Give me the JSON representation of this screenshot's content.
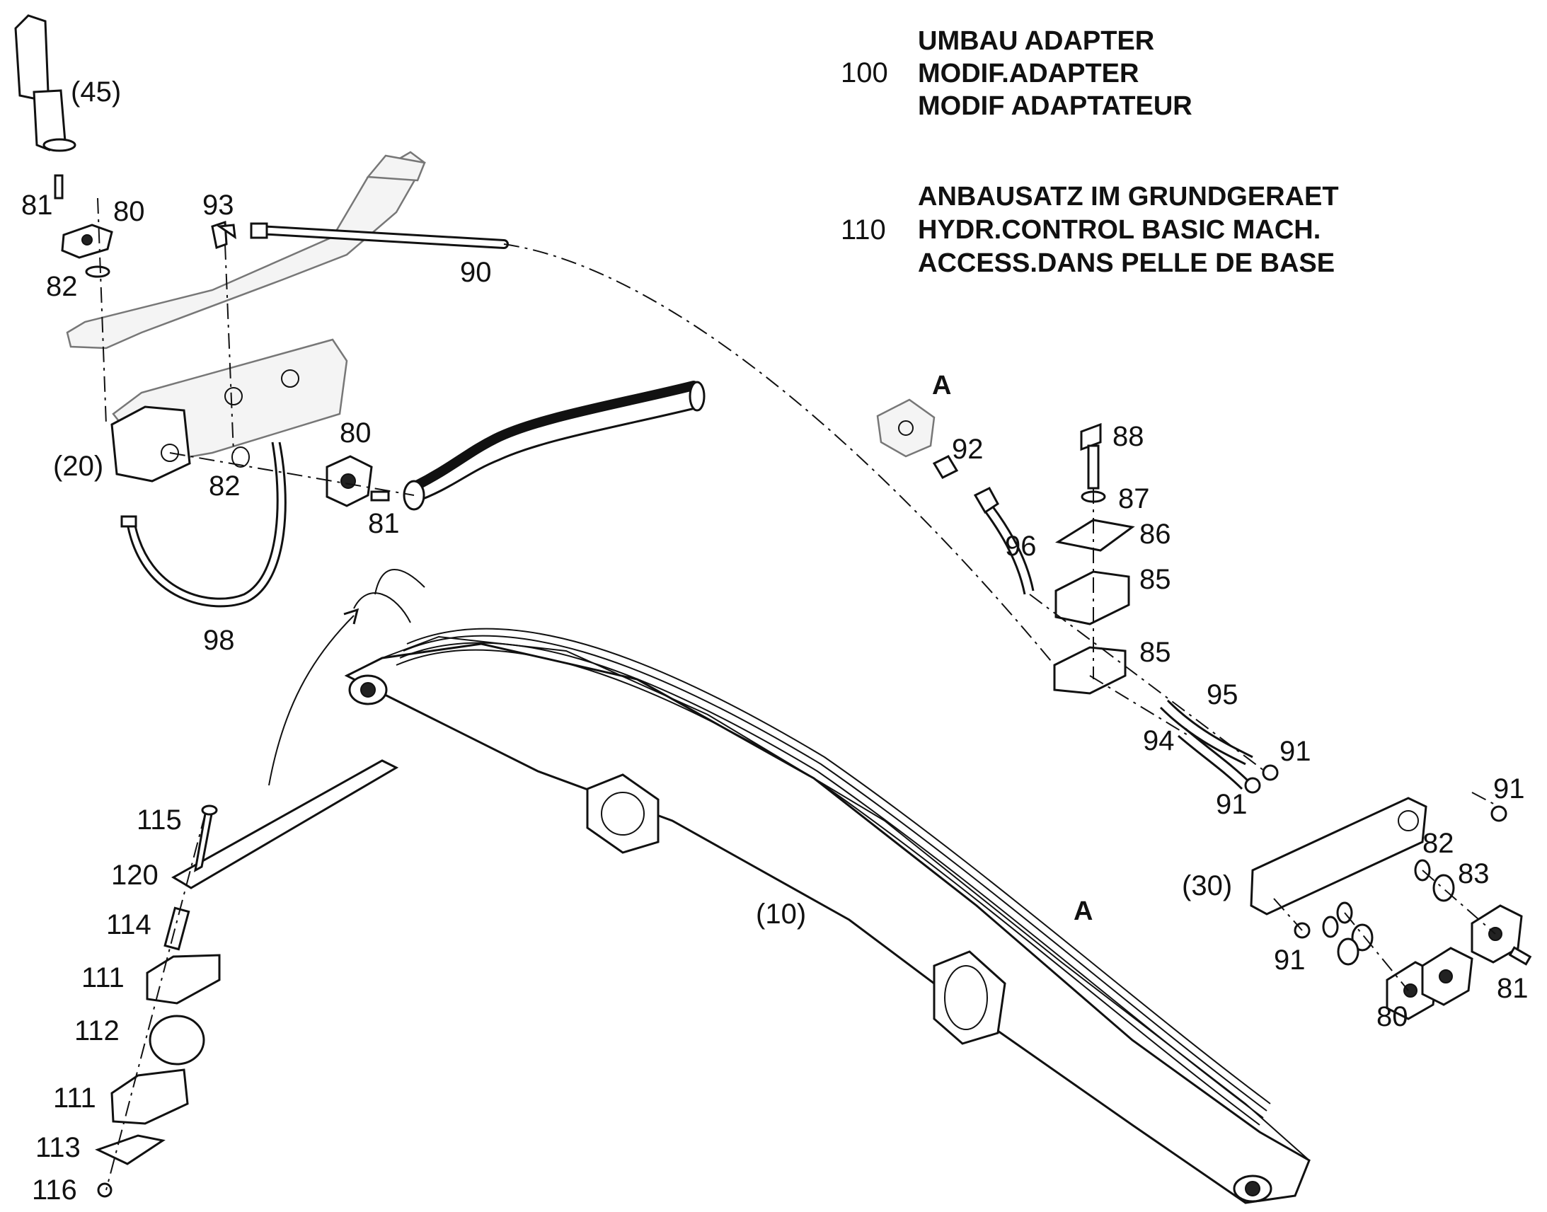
{
  "assemblies": [
    {
      "number": "100",
      "lines": [
        "UMBAU ADAPTER",
        "MODIF.ADAPTER",
        "MODIF ADAPTATEUR"
      ]
    },
    {
      "number": "110",
      "lines": [
        "ANBAUSATZ IM GRUNDGERAET",
        "HYDR.CONTROL BASIC MACH.",
        "ACCESS.DANS PELLE DE BASE"
      ]
    }
  ],
  "view_labels": [
    "A",
    "A"
  ],
  "callouts": [
    "(45)",
    "81",
    "80",
    "82",
    "93",
    "90",
    "(20)",
    "82",
    "80",
    "81",
    "98",
    "92",
    "88",
    "87",
    "96",
    "86",
    "85",
    "85",
    "95",
    "94",
    "91",
    "91",
    "91",
    "82",
    "83",
    "(30)",
    "91",
    "80",
    "81",
    "115",
    "120",
    "114",
    "111",
    "112",
    "111",
    "113",
    "116",
    "(10)"
  ]
}
